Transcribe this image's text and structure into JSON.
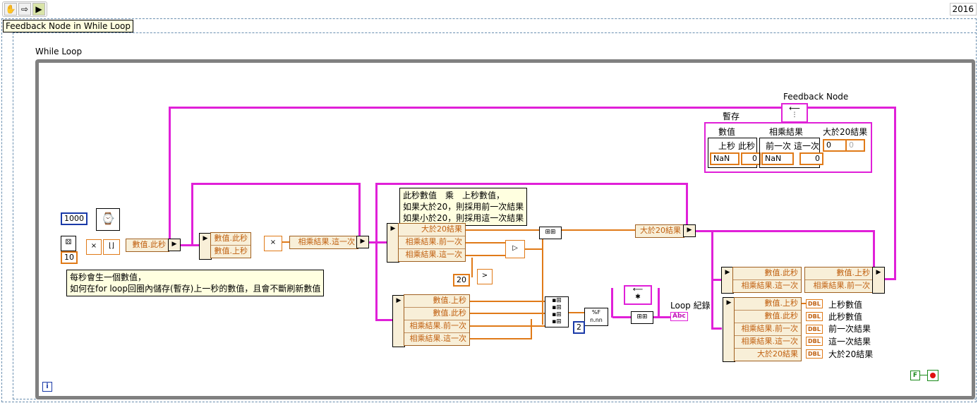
{
  "toolbar": {
    "hand_icon": "hand-icon",
    "arrow_icon": "arrow-icon",
    "run_icon": "run-icon",
    "year": "2016"
  },
  "title_note": "Feedback Node in While Loop",
  "loop": {
    "label": "While Loop",
    "iteration_terminal": "i",
    "stop_terminal": "F"
  },
  "constants": {
    "wait_ms": "1000",
    "random_scale": "10",
    "threshold": "20",
    "format_precision": "2"
  },
  "comments": {
    "top_line1": "此秒數值　乘　上秒數值，",
    "top_line2": "如果大於20，則採用前一次結果",
    "top_line3": "如果小於20，則採用這一次結果",
    "bottom_line1": "每秒會生一個數值，",
    "bottom_line2": "如何在for loop回圈內儲存(暫存)上一秒的數值，且會不斷刷新數值"
  },
  "bundles": {
    "value_now": "數值.此秒",
    "mult_unbundle": [
      "數值.此秒",
      "數值.上秒"
    ],
    "result_now": "相乘結果.這一次",
    "select_unbundle": [
      "大於20結果",
      "相乘結果.前一次",
      "相乘結果.這一次"
    ],
    "over20": "大於20結果",
    "shift_left": [
      "數值.此秒",
      "相乘結果.這一次"
    ],
    "shift_right": [
      "數值.上秒",
      "相乘結果.前一次"
    ],
    "format_unbundle": [
      "數值.上秒",
      "數值.此秒",
      "相乘結果.前一次",
      "相乘結果.這一次"
    ],
    "display_unbundle": [
      "數值.上秒",
      "數值.此秒",
      "相乘結果.前一次",
      "相乘結果.這一次",
      "大於20結果"
    ]
  },
  "feedback": {
    "label": "Feedback Node"
  },
  "temp_cluster": {
    "label": "暫存",
    "col1_header": "數值",
    "col1_sub": [
      "上秒",
      "此秒"
    ],
    "col1_vals": [
      "NaN",
      "0"
    ],
    "col2_header": "相乘結果",
    "col2_sub": [
      "前一次",
      "這一次"
    ],
    "col2_vals": [
      "NaN",
      "0"
    ],
    "col3_header": "大於20結果",
    "col3_vals": [
      "0",
      "0"
    ]
  },
  "indicators": {
    "loop_record": "Loop 紀錄",
    "abc_tag": "Abc",
    "dbl_tag": "DBL",
    "outputs": [
      "上秒數值",
      "此秒數值",
      "前一次結果",
      "這一次結果",
      "大於20結果"
    ]
  }
}
